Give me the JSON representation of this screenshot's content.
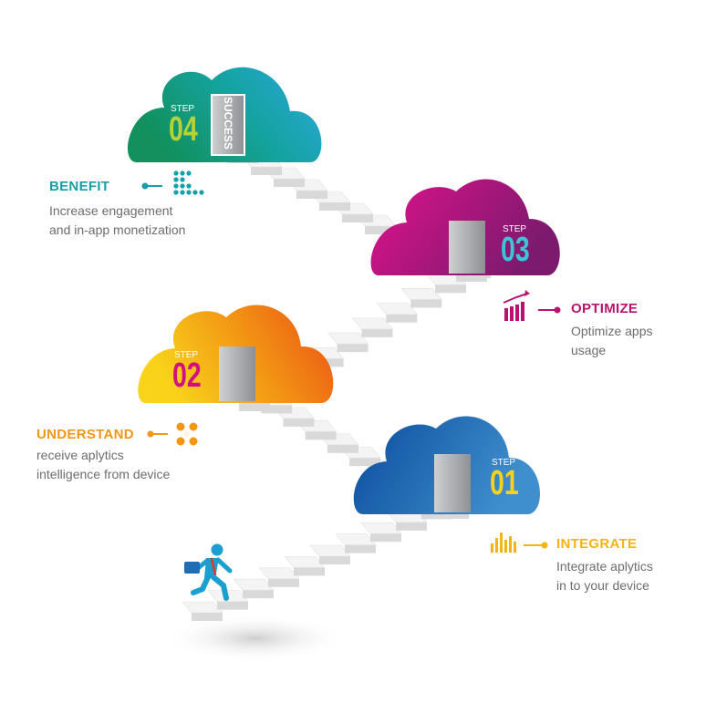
{
  "steps": [
    {
      "step_word": "STEP",
      "number": "01",
      "title": "INTEGRATE",
      "description_lines": [
        "Integrate aplytics",
        "in to your device"
      ],
      "color": "#f2b416",
      "cloud_colors": [
        "#0b4c9c",
        "#3f8fce"
      ],
      "icon": "equalizer-icon"
    },
    {
      "step_word": "STEP",
      "number": "02",
      "title": "UNDERSTAND",
      "description_lines": [
        "receive aplytics",
        "intelligence from device"
      ],
      "color": "#f39614",
      "cloud_colors": [
        "#f8d31a",
        "#ea4f15"
      ],
      "icon": "flower-icon"
    },
    {
      "step_word": "STEP",
      "number": "03",
      "title": "OPTIMIZE",
      "description_lines": [
        "Optimize apps",
        "usage"
      ],
      "color": "#b8136e",
      "cloud_colors": [
        "#e1128c",
        "#7c1a6e"
      ],
      "icon": "bar-growth-icon"
    },
    {
      "step_word": "STEP",
      "number": "04",
      "title": "BENEFIT",
      "description_lines": [
        "Increase engagement",
        "and in-app monetization"
      ],
      "color": "#179ea6",
      "cloud_colors": [
        "#12905d",
        "#2ea7e0"
      ],
      "icon": "dot-network-icon"
    }
  ],
  "door_sign": "SUCCESS",
  "colors": {
    "number_green": "#b5d334",
    "number_magenta": "#d1117f",
    "number_cyan": "#3cc4d8",
    "number_yellow": "#f6d21c",
    "figure": "#1a9fcf",
    "figure_tie": "#e8352b",
    "briefcase": "#1f6db5"
  }
}
